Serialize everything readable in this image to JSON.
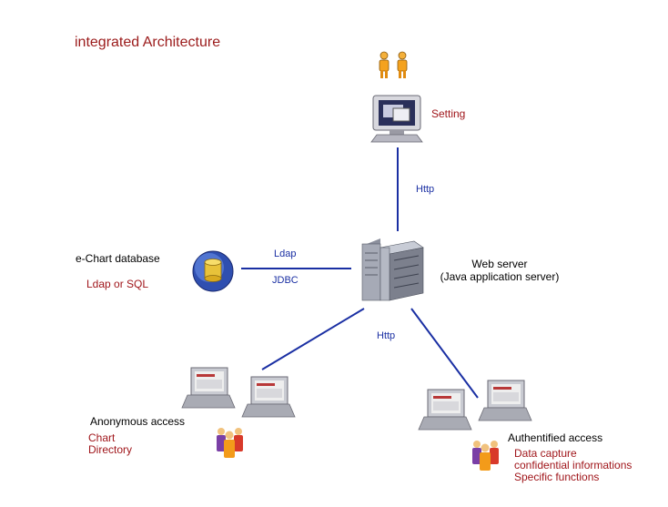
{
  "title": "integrated Architecture",
  "nodes": {
    "setting": {
      "label": "Setting"
    },
    "web_server": {
      "line1": "Web server",
      "line2": "(Java application server)"
    },
    "database": {
      "label": "e-Chart database",
      "sub": "Ldap or SQL"
    },
    "anonymous": {
      "label": "Anonymous access",
      "items": [
        "Chart",
        "Directory"
      ]
    },
    "authentified": {
      "label": "Authentified access",
      "items": [
        "Data capture",
        "confidential informations",
        "Specific functions"
      ]
    }
  },
  "connections": {
    "top": "Http",
    "db_upper": "Ldap",
    "db_lower": "JDBC",
    "bottom": "Http"
  },
  "colors": {
    "link": "#1a2fa3",
    "accent_text": "#a0161b",
    "title": "#9b1b1b"
  },
  "icons": [
    "users-icon",
    "monitor-icon",
    "server-icon",
    "database-icon",
    "laptop-icon",
    "user-group-icon"
  ]
}
